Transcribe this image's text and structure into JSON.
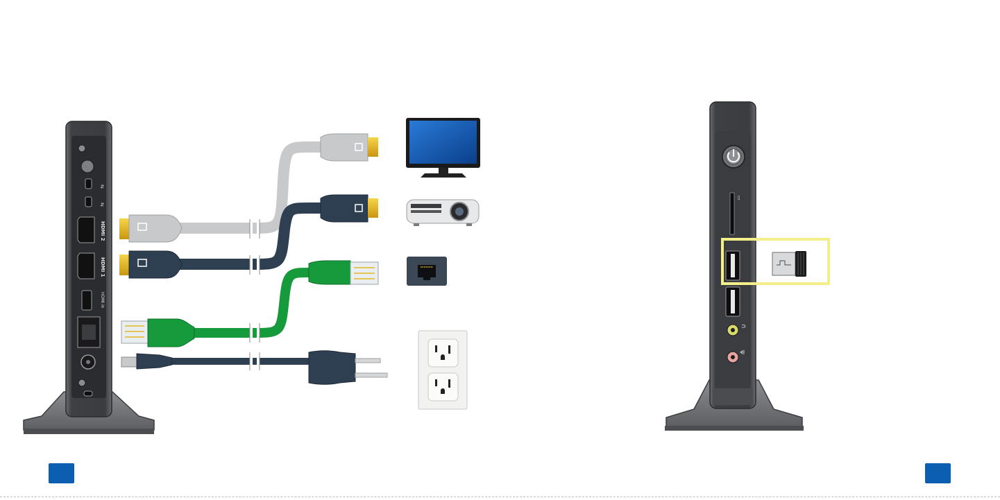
{
  "diagram": {
    "left_panel": {
      "port_labels": [
        "HDMI 2",
        "HDMI 1",
        "HDMI in"
      ],
      "connected_devices": [
        "monitor",
        "projector",
        "ethernet-wall-jack",
        "power-outlet"
      ],
      "cables": [
        "hdmi-cable-light-gray",
        "hdmi-cable-navy",
        "ethernet-cable-green",
        "power-cable-navy"
      ]
    },
    "right_panel": {
      "highlighted_port": "usb-port",
      "accessory": "usb-wireless-dongle",
      "highlight_color": "#f5ef8a"
    }
  },
  "colors": {
    "page_marker": "#0b5eb0",
    "device_body": "#4a4c50",
    "device_stand": "#6b6d71",
    "hdmi_light": "#c7c9cb",
    "hdmi_dark": "#2f3f52",
    "ethernet_green": "#159a3c",
    "hdmi_tip": "#e4b820"
  },
  "icons": {
    "power_button": "power-icon",
    "usb": "usb-icon",
    "headphones": "headphone-icon",
    "microphone": "microphone-icon",
    "lock": "lock-icon"
  }
}
